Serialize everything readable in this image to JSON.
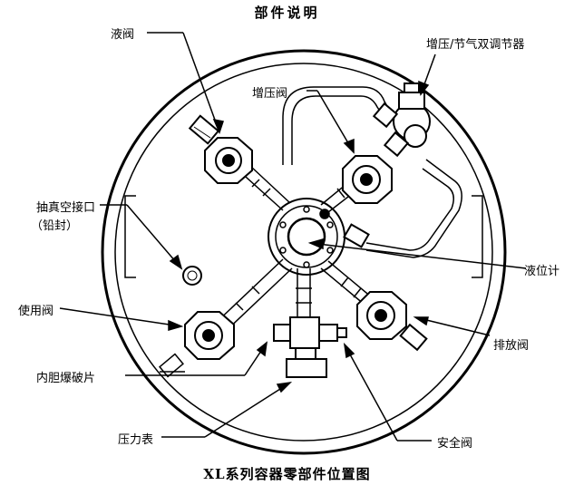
{
  "titles": {
    "top": "部件说明",
    "bottom": "XL系列容器零部件位置图"
  },
  "labels": {
    "liquid_valve": "液阀",
    "boost_economizer_regulator": "增压/节气双调节器",
    "boost_valve": "增压阀",
    "vacuum_port_line1": "抽真空接口",
    "vacuum_port_line2": "（铅封）",
    "level_gauge": "液位计",
    "use_valve": "使用阀",
    "vent_valve": "排放阀",
    "burst_disc": "内胆爆破片",
    "pressure_gauge": "压力表",
    "safety_valve": "安全阀"
  }
}
